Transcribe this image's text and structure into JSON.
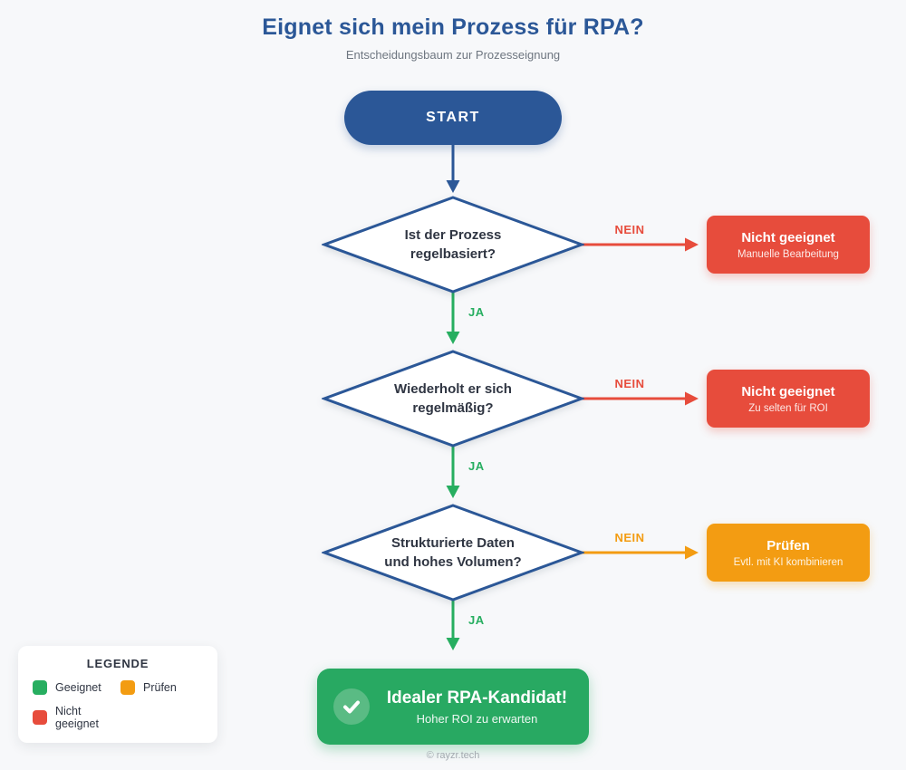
{
  "page": {
    "title": "Eignet sich mein Prozess für RPA?",
    "subtitle": "Entscheidungsbaum zur Prozesseignung",
    "footer": "© rayzr.tech"
  },
  "colors": {
    "primary_blue": "#2b5797",
    "success_green": "#27ae60",
    "warning_orange": "#f39c12",
    "danger_red": "#e74c3c",
    "background": "#f7f8fa"
  },
  "flow": {
    "start": {
      "label": "START"
    },
    "decisions": [
      {
        "question": "Ist der Prozess\nregelbasiert?",
        "no_label": "NEIN",
        "yes_label": "JA",
        "outcome_title": "Nicht geeignet",
        "outcome_subtitle": "Manuelle Bearbeitung"
      },
      {
        "question": "Wiederholt er sich\nregelmäßig?",
        "no_label": "NEIN",
        "yes_label": "JA",
        "outcome_title": "Nicht geeignet",
        "outcome_subtitle": "Zu selten für ROI"
      },
      {
        "question": "Strukturierte Daten\nund hohes Volumen?",
        "no_label": "NEIN",
        "yes_label": "JA",
        "outcome_title": "Prüfen",
        "outcome_subtitle": "Evtl. mit KI kombinieren"
      }
    ],
    "result": {
      "title": "Idealer RPA-Kandidat!",
      "subtitle": "Hoher ROI zu erwarten"
    }
  },
  "legend": {
    "title": "LEGENDE",
    "items": [
      {
        "label": "Geeignet",
        "color": "#27ae60"
      },
      {
        "label": "Prüfen",
        "color": "#f39c12"
      },
      {
        "label": "Nicht geeignet",
        "color": "#e74c3c"
      }
    ]
  }
}
